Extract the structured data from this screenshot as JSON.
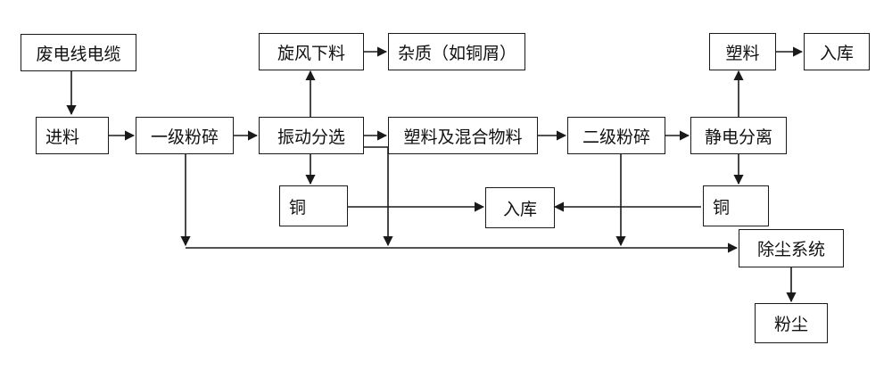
{
  "nodes": {
    "waste_cable": "废电线电缆",
    "feed": "进料",
    "primary_crush": "一级粉碎",
    "vibration_sort": "振动分选",
    "cyclone_discharge": "旋风下料",
    "impurities": "杂质（如铜屑）",
    "plastic_mixture": "塑料及混合物料",
    "secondary_crush": "二级粉碎",
    "electrostatic_sep": "静电分离",
    "plastic": "塑料",
    "storage_top": "入库",
    "copper_left": "铜",
    "storage_mid": "入库",
    "copper_right": "铜",
    "dust_removal": "除尘系统",
    "dust": "粉尘"
  },
  "colors": {
    "line": "#1a1a1a",
    "box_border": "#1a1a1a",
    "background": "#ffffff"
  }
}
